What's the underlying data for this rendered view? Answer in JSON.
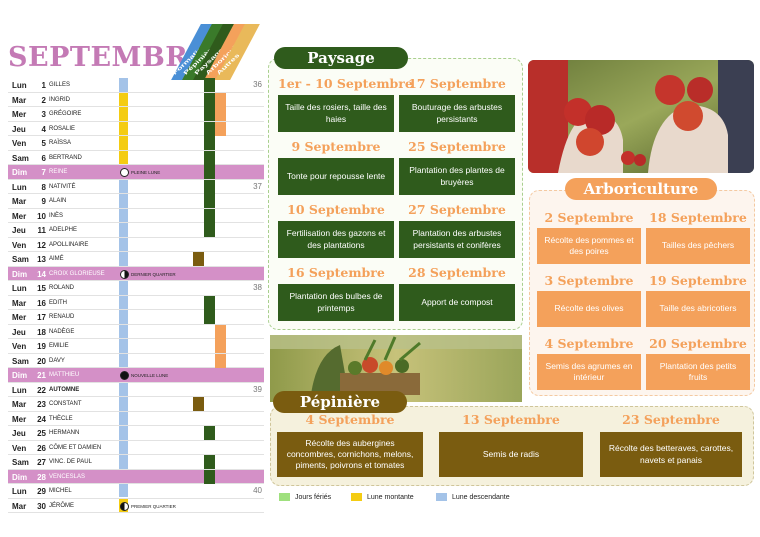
{
  "calendar": {
    "month": "SEPTEMBRE",
    "categories": [
      {
        "label": "Formation",
        "color": "#4a8fd6"
      },
      {
        "label": "Pépinière",
        "color": "#3a7a2a"
      },
      {
        "label": "Paysage",
        "color": "#2f5b1c"
      },
      {
        "label": "Arboriculture",
        "color": "#f4a15b"
      },
      {
        "label": "Autres",
        "color": "#e9b95a"
      }
    ],
    "days": [
      {
        "d": "Lun",
        "n": "1",
        "saint": "GILLES",
        "week": "36"
      },
      {
        "d": "Mar",
        "n": "2",
        "saint": "INGRID"
      },
      {
        "d": "Mer",
        "n": "3",
        "saint": "GRÉGOIRE"
      },
      {
        "d": "Jeu",
        "n": "4",
        "saint": "ROSALIE"
      },
      {
        "d": "Ven",
        "n": "5",
        "saint": "RAÏSSA"
      },
      {
        "d": "Sam",
        "n": "6",
        "saint": "BERTRAND"
      },
      {
        "d": "Dim",
        "n": "7",
        "saint": "REINE",
        "moon": "PLEINE LUNE"
      },
      {
        "d": "Lun",
        "n": "8",
        "saint": "NATIVITÉ",
        "week": "37"
      },
      {
        "d": "Mar",
        "n": "9",
        "saint": "ALAIN"
      },
      {
        "d": "Mer",
        "n": "10",
        "saint": "INÈS"
      },
      {
        "d": "Jeu",
        "n": "11",
        "saint": "ADELPHE"
      },
      {
        "d": "Ven",
        "n": "12",
        "saint": "APOLLINAIRE"
      },
      {
        "d": "Sam",
        "n": "13",
        "saint": "AIMÉ"
      },
      {
        "d": "Dim",
        "n": "14",
        "saint": "CROIX GLORIEUSE",
        "moon": "DERNIER QUARTIER"
      },
      {
        "d": "Lun",
        "n": "15",
        "saint": "ROLAND",
        "week": "38"
      },
      {
        "d": "Mar",
        "n": "16",
        "saint": "EDITH"
      },
      {
        "d": "Mer",
        "n": "17",
        "saint": "RENAUD"
      },
      {
        "d": "Jeu",
        "n": "18",
        "saint": "NADÈGE"
      },
      {
        "d": "Ven",
        "n": "19",
        "saint": "EMILIE"
      },
      {
        "d": "Sam",
        "n": "20",
        "saint": "DAVY"
      },
      {
        "d": "Dim",
        "n": "21",
        "saint": "MATTHIEU",
        "moon": "NOUVELLE LUNE"
      },
      {
        "d": "Lun",
        "n": "22",
        "saint": "AUTOMNE",
        "week": "39"
      },
      {
        "d": "Mar",
        "n": "23",
        "saint": "CONSTANT"
      },
      {
        "d": "Mer",
        "n": "24",
        "saint": "THÈCLE"
      },
      {
        "d": "Jeu",
        "n": "25",
        "saint": "HERMANN"
      },
      {
        "d": "Ven",
        "n": "26",
        "saint": "CÔME ET DAMIEN"
      },
      {
        "d": "Sam",
        "n": "27",
        "saint": "VINC. DE PAUL"
      },
      {
        "d": "Dim",
        "n": "28",
        "saint": "VENCESLAS"
      },
      {
        "d": "Lun",
        "n": "29",
        "saint": "MICHEL",
        "week": "40"
      },
      {
        "d": "Mar",
        "n": "30",
        "saint": "JÉRÔME",
        "moon": "PREMIER QUARTIER"
      }
    ]
  },
  "paysage": {
    "title": "Paysage",
    "items": [
      {
        "date": "1er - 10 Septembre",
        "task": "Taille des rosiers, taille des haies"
      },
      {
        "date": "17 Septembre",
        "task": "Bouturage des arbustes persistants"
      },
      {
        "date": "9 Septembre",
        "task": "Tonte pour repousse lente"
      },
      {
        "date": "25 Septembre",
        "task": "Plantation des plantes de bruyères"
      },
      {
        "date": "10 Septembre",
        "task": "Fertilisation des gazons et des plantations"
      },
      {
        "date": "27 Septembre",
        "task": "Plantation des arbustes persistants et conifères"
      },
      {
        "date": "16 Septembre",
        "task": "Plantation des bulbes de printemps"
      },
      {
        "date": "28 Septembre",
        "task": "Apport de compost"
      }
    ]
  },
  "arboriculture": {
    "title": "Arboriculture",
    "items": [
      {
        "date": "2 Septembre",
        "task": "Récolte des pommes et des poires"
      },
      {
        "date": "18 Septembre",
        "task": "Tailles des pêchers"
      },
      {
        "date": "3 Septembre",
        "task": "Récolte des olives"
      },
      {
        "date": "19 Septembre",
        "task": "Taille des abricotiers"
      },
      {
        "date": "4 Septembre",
        "task": "Semis des agrumes en intérieur"
      },
      {
        "date": "20 Septembre",
        "task": "Plantation des petits fruits"
      }
    ]
  },
  "pepiniere": {
    "title": "Pépinière",
    "items": [
      {
        "date": "4 Septembre",
        "task": "Récolte des aubergines concombres, cornichons, melons, piments, poivrons et tomates"
      },
      {
        "date": "13 Septembre",
        "task": "Semis de radis"
      },
      {
        "date": "23 Septembre",
        "task": "Récolte des betteraves, carottes, navets et panais"
      }
    ]
  },
  "legend": [
    {
      "label": "Jours fériés",
      "color": "#9fe07e"
    },
    {
      "label": "Lune montante",
      "color": "#f4cc12"
    },
    {
      "label": "Lune descendante",
      "color": "#a4c3e8"
    }
  ],
  "colors": {
    "sunday": "#d490c7",
    "moon_rising": "#f4cc12",
    "moon_falling": "#a4c3e8",
    "paysage_green": "#2f5b1c",
    "arbo_orange": "#f4a15b",
    "pepiniere_olive": "#7a5c10"
  }
}
